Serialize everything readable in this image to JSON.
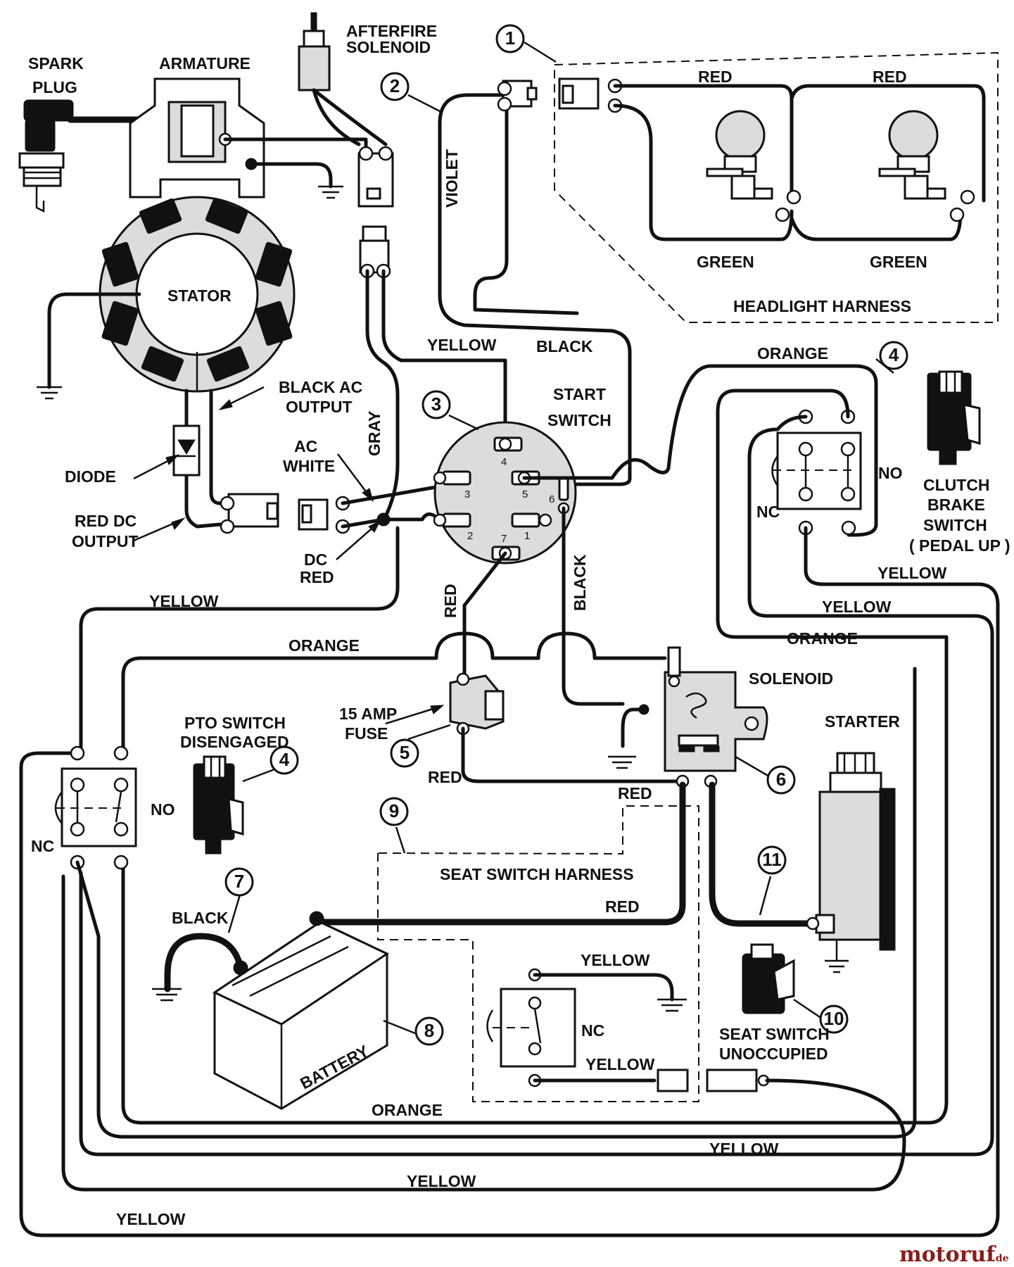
{
  "labels": {
    "spark_plug_1": "SPARK",
    "spark_plug_2": "PLUG",
    "armature": "ARMATURE",
    "afterfire_1": "AFTERFIRE",
    "afterfire_2": "SOLENOID",
    "stator": "STATOR",
    "black_ac_1": "BLACK AC",
    "black_ac_2": "OUTPUT",
    "diode": "DIODE",
    "red_dc_1": "RED DC",
    "red_dc_2": "OUTPUT",
    "ac_white_1": "AC",
    "ac_white_2": "WHITE",
    "dc_red_1": "DC",
    "dc_red_2": "RED",
    "gray": "GRAY",
    "violet": "VIOLET",
    "yellow_top": "YELLOW",
    "black_top": "BLACK",
    "start_switch_1": "START",
    "start_switch_2": "SWITCH",
    "red_top_1": "RED",
    "red_top_2": "RED",
    "green_1": "GREEN",
    "green_2": "GREEN",
    "headlight_harness": "HEADLIGHT HARNESS",
    "orange_top": "ORANGE",
    "clutch_1": "CLUTCH",
    "clutch_2": "BRAKE",
    "clutch_3": "SWITCH",
    "clutch_4": "( PEDAL UP )",
    "no_clutch": "NO",
    "nc_clutch": "NC",
    "yellow_r1": "YELLOW",
    "yellow_r2": "YELLOW",
    "orange_r": "ORANGE",
    "yellow_left": "YELLOW",
    "orange_mid": "ORANGE",
    "red_v": "RED",
    "black_v": "BLACK",
    "solenoid": "SOLENOID",
    "fuse_1": "15 AMP",
    "fuse_2": "FUSE",
    "red_fuse": "RED",
    "red_sol": "RED",
    "pto_1": "PTO SWITCH",
    "pto_2": "DISENGAGED",
    "no_pto": "NO",
    "nc_pto": "NC",
    "starter": "STARTER",
    "seat_harness": "SEAT SWITCH HARNESS",
    "red_batt": "RED",
    "black_batt": "BLACK",
    "battery": "BATTERY",
    "yellow_seat1": "YELLOW",
    "nc_seat": "NC",
    "yellow_seat2": "YELLOW",
    "seat_1": "SEAT SWITCH",
    "seat_2": "UNOCCUPIED",
    "orange_bottom": "ORANGE",
    "yellow_b1": "YELLOW",
    "yellow_b2": "YELLOW",
    "yellow_b3": "YELLOW"
  },
  "terminals": [
    "4",
    "3",
    "5",
    "6",
    "2",
    "7",
    "1"
  ],
  "callouts": [
    "1",
    "2",
    "3",
    "4",
    "4",
    "5",
    "6",
    "7",
    "8",
    "9",
    "10",
    "11"
  ],
  "watermark": {
    "brand": "motoruf",
    "tld": ".de"
  }
}
